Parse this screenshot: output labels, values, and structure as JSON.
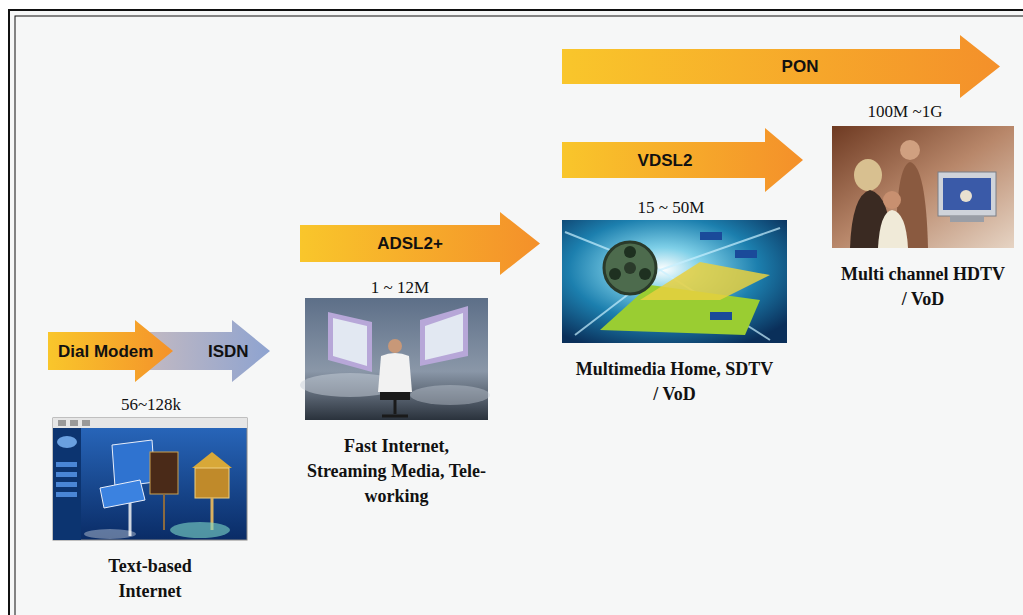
{
  "diagram": {
    "nodes": [
      {
        "text": [
          "Dial Modem"
        ]
      },
      {
        "text": [
          "ISDN"
        ]
      },
      {
        "text": [
          "Text-based Internet"
        ]
      },
      {
        "text": [
          "ADSL2+"
        ]
      },
      {
        "text": [
          "Fast Internet, Streaming Media, Tele-working"
        ]
      },
      {
        "text": [
          "VDSL2"
        ]
      },
      {
        "text": [
          "Multimedia Home, SDTV / VoD"
        ]
      },
      {
        "text": [
          "PON"
        ]
      },
      {
        "text": [
          "Multi channel HDTV / VoD"
        ]
      }
    ],
    "labels": [
      "56~128k",
      "1 ~ 12M",
      "15 ~ 50M",
      "100M ~1G"
    ]
  }
}
